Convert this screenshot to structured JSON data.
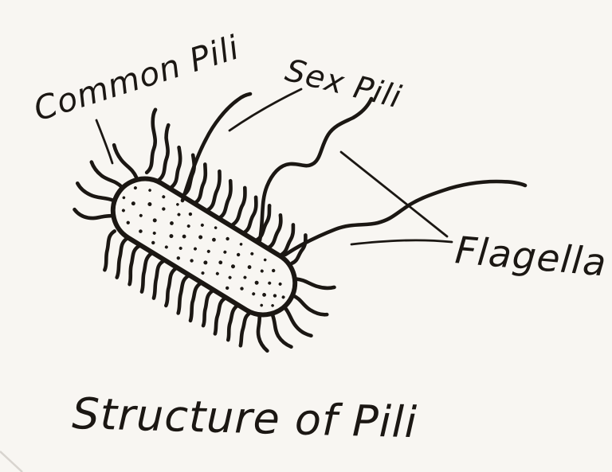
{
  "page": {
    "background_color": "#f8f6f2",
    "ink_color": "#1b1713"
  },
  "labels": {
    "common_pili": "Common Pili",
    "sex_pili": "Sex Pili",
    "flagella": "Flagella"
  },
  "caption": "Structure of Pili"
}
